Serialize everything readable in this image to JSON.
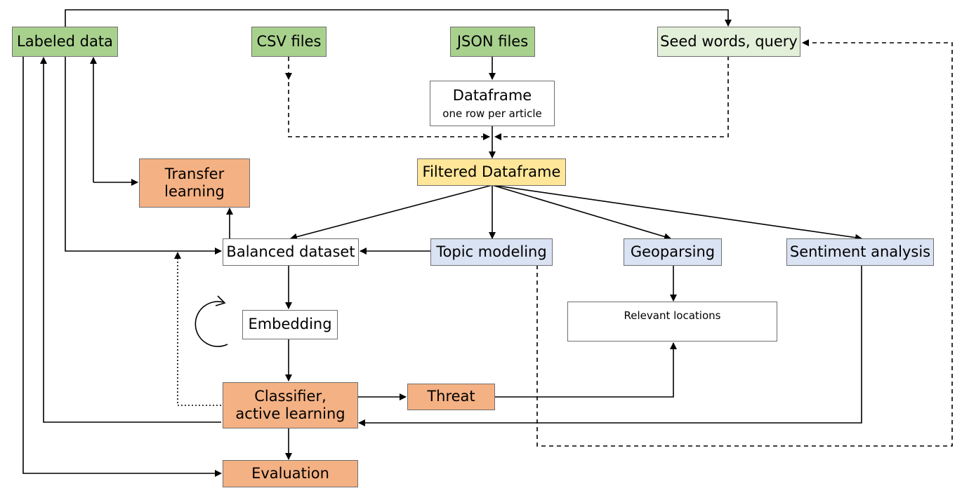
{
  "nodes": {
    "labeled_data": "Labeled data",
    "csv_files": "CSV files",
    "json_files": "JSON files",
    "seed_words": "Seed words, query",
    "dataframe": "Dataframe",
    "dataframe_sub": "one row per article",
    "filtered_dataframe": "Filtered Dataframe",
    "transfer_learning_1": "Transfer",
    "transfer_learning_2": "learning",
    "balanced_dataset": "Balanced dataset",
    "topic_modeling": "Topic modeling",
    "geoparsing": "Geoparsing",
    "sentiment_analysis": "Sentiment analysis",
    "relevant_locations": "Relevant locations",
    "embedding": "Embedding",
    "classifier_1": "Classifier,",
    "classifier_2": "active learning",
    "threat": "Threat",
    "evaluation": "Evaluation"
  },
  "colors": {
    "input_green": "#a9d18e",
    "query_lightgreen": "#e2efd9",
    "model_orange": "#f4b183",
    "filtered_yellow": "#ffe699",
    "analysis_blue": "#dae3f3"
  }
}
